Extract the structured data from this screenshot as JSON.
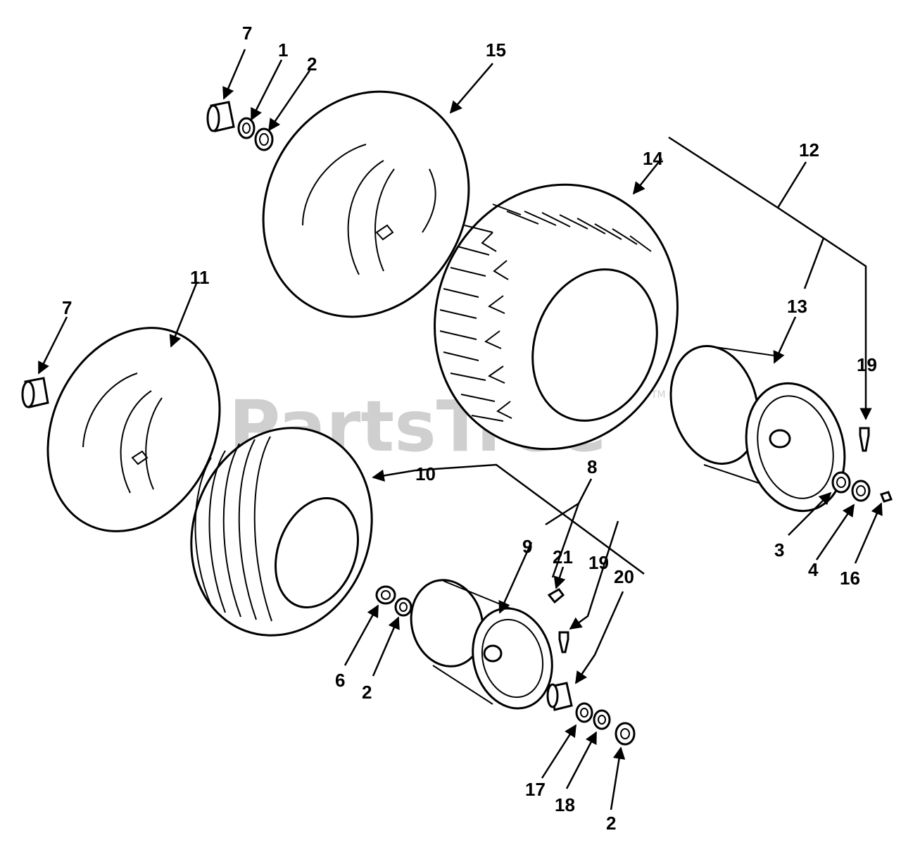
{
  "watermark": {
    "text": "PartsTree",
    "tm": "TM"
  },
  "callouts": {
    "c7a": "7",
    "c1": "1",
    "c2a": "2",
    "c15": "15",
    "c14": "14",
    "c12": "12",
    "c11": "11",
    "c7b": "7",
    "c13": "13",
    "c19a": "19",
    "c10": "10",
    "c8": "8",
    "c9": "9",
    "c21": "21",
    "c19b": "19",
    "c20": "20",
    "c3": "3",
    "c4": "4",
    "c16": "16",
    "c6": "6",
    "c2b": "2",
    "c17": "17",
    "c18": "18",
    "c2c": "2"
  },
  "colors": {
    "line": "#000000",
    "watermark": "#cfcfcf",
    "background": "#ffffff"
  }
}
